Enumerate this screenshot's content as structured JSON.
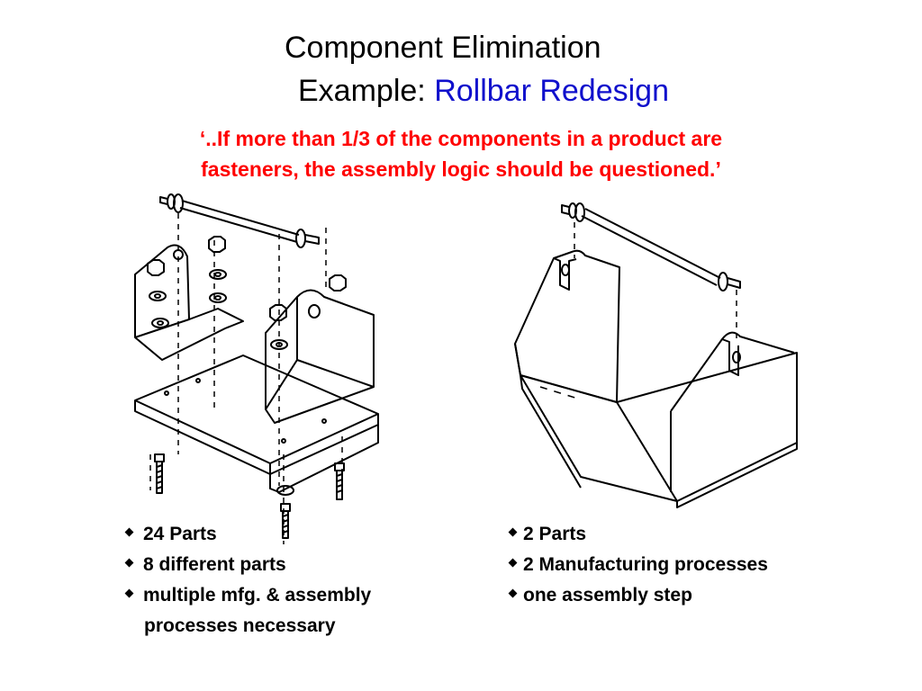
{
  "title": {
    "line1": "Component Elimination",
    "line2_prefix": "Example: ",
    "line2_accent": "Rollbar Redesign",
    "accent_color": "#1010cc"
  },
  "quote": {
    "line1": "‘..If more than 1/3 of the components in a product are",
    "line2": "fasteners, the assembly logic should be questioned.’",
    "color": "#ff0000"
  },
  "left_list": {
    "items": [
      "24 Parts",
      "8 different parts",
      "multiple mfg. & assembly"
    ],
    "continuation": "processes necessary"
  },
  "right_list": {
    "items": [
      "2 Parts",
      "2 Manufacturing processes",
      "one assembly step"
    ]
  },
  "icons": {
    "bullet": "diamond-bullet-icon"
  }
}
